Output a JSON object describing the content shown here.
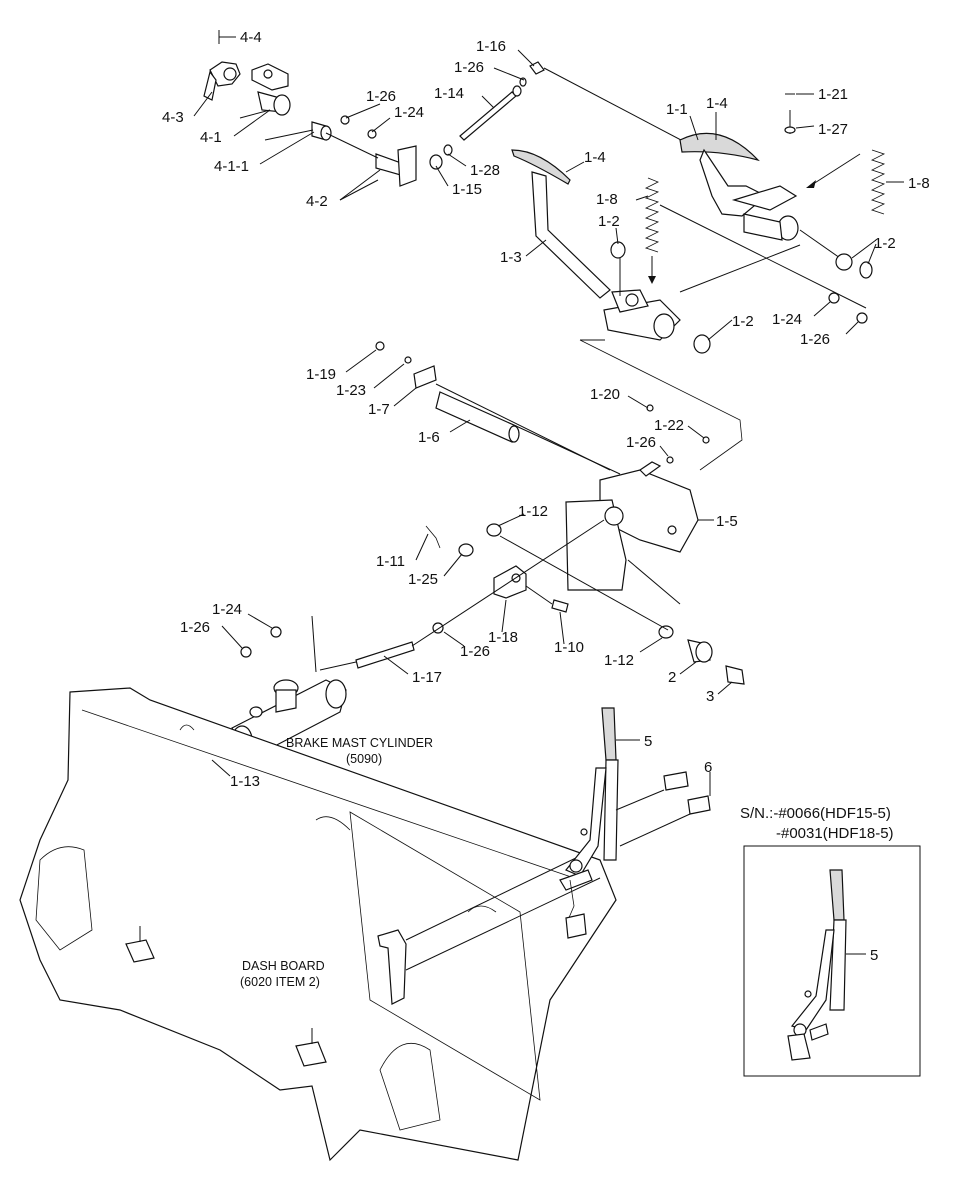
{
  "parts": {
    "p4_4": "4-4",
    "p4_3": "4-3",
    "p4_1": "4-1",
    "p4_1_1": "4-1-1",
    "p4_2": "4-2",
    "p1_16": "1-16",
    "p1_26a": "1-26",
    "p1_26b": "1-26",
    "p1_14": "1-14",
    "p1_24a": "1-24",
    "p1_28": "1-28",
    "p1_15": "1-15",
    "p1_1": "1-1",
    "p1_4a": "1-4",
    "p1_4b": "1-4",
    "p1_21": "1-21",
    "p1_27": "1-27",
    "p1_8a": "1-8",
    "p1_8b": "1-8",
    "p1_2a": "1-2",
    "p1_2b": "1-2",
    "p1_2c": "1-2",
    "p1_3": "1-3",
    "p1_24b": "1-24",
    "p1_26c": "1-26",
    "p1_19": "1-19",
    "p1_23": "1-23",
    "p1_7": "1-7",
    "p1_6": "1-6",
    "p1_20": "1-20",
    "p1_22": "1-22",
    "p1_26d": "1-26",
    "p1_12a": "1-12",
    "p1_5": "1-5",
    "p1_11": "1-11",
    "p1_25": "1-25",
    "p1_24c": "1-24",
    "p1_26e": "1-26",
    "p1_18": "1-18",
    "p1_10": "1-10",
    "p1_26f": "1-26",
    "p1_12b": "1-12",
    "p2": "2",
    "p3": "3",
    "p1_17": "1-17",
    "p1_13": "1-13",
    "p5a": "5",
    "p6": "6",
    "p5b": "5"
  },
  "captions": {
    "brake_line1": "BRAKE MAST CYLINDER",
    "brake_line2": "(5090)",
    "dash_line1": "DASH BOARD",
    "dash_line2": "(6020 ITEM 2)"
  },
  "serial": {
    "line1": "S/N.:-#0066(HDF15-5)",
    "line2": "-#0031(HDF18-5)"
  }
}
